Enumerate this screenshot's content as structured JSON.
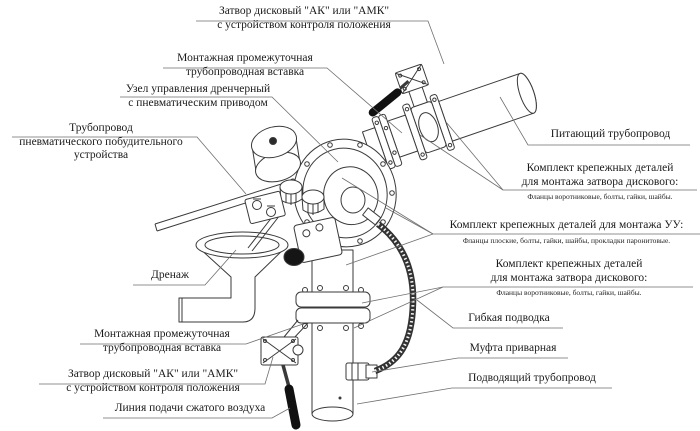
{
  "labels": {
    "valve_top": {
      "line1": "Затвор дисковый \"АК\" или \"АМК\"",
      "line2": "с устройством контроля положения"
    },
    "insert_top": {
      "line1": "Монтажная промежуточная",
      "line2": "трубопроводная вставка"
    },
    "control_unit": {
      "line1": "Узел управления дренчерный",
      "line2": "с пневматическим приводом"
    },
    "pilot_pipe": {
      "line1": "Трубопровод",
      "line2": "пневматического побудительного",
      "line3": "устройства"
    },
    "drain": {
      "line1": "Дренаж"
    },
    "insert_bottom": {
      "line1": "Монтажная промежуточная",
      "line2": "трубопроводная вставка"
    },
    "valve_bottom": {
      "line1": "Затвор дисковый \"АК\" или \"АМК\"",
      "line2": "с устройством контроля положения"
    },
    "air_line": {
      "line1": "Линия подачи сжатого воздуха"
    },
    "supply_pipe": {
      "line1": "Питающий трубопровод"
    },
    "kit_valve_top": {
      "line1": "Комплект крепежных деталей",
      "line2": "для монтажа затвора дискового:",
      "note": "Фланцы воротниковые, болты, гайки, шайбы."
    },
    "kit_uu": {
      "line1": "Комплект крепежных деталей для монтажа УУ:",
      "note": "Фланцы плоские, болты, гайки, шайбы, прокладки паронитовые."
    },
    "kit_valve_bottom": {
      "line1": "Комплект крепежных деталей",
      "line2": "для монтажа затвора дискового:",
      "note": "Фланцы воротниковые, болты, гайки, шайбы."
    },
    "flex_hose": {
      "line1": "Гибкая подводка"
    },
    "coupling": {
      "line1": "Муфта приварная"
    },
    "inlet_pipe": {
      "line1": "Подводящий трубопровод"
    }
  },
  "colors": {
    "line": "#3a3a3a",
    "leader": "#6f6f6f",
    "text": "#1a1a1a"
  }
}
